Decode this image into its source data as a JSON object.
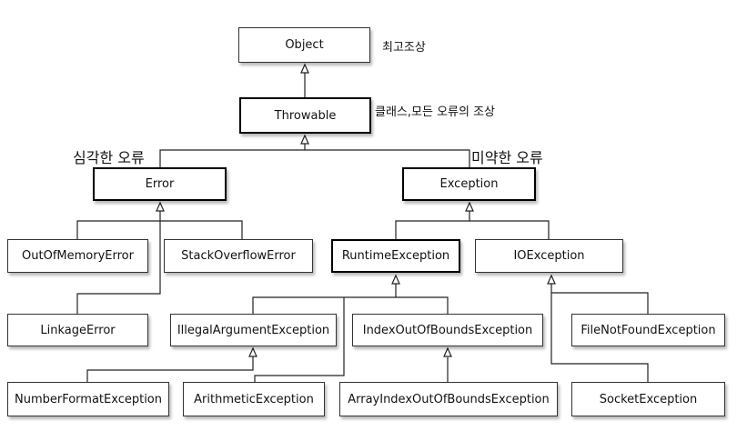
{
  "classes": {
    "object": "Object",
    "throwable": "Throwable",
    "error": "Error",
    "exception": "Exception",
    "out_of_memory_error": "OutOfMemoryError",
    "stack_overflow_error": "StackOverflowError",
    "linkage_error": "LinkageError",
    "runtime_exception": "RuntimeException",
    "io_exception": "IOException",
    "illegal_argument_exception": "IllegalArgumentException",
    "index_out_of_bounds_exception": "IndexOutOfBoundsException",
    "file_not_found_exception": "FileNotFoundException",
    "number_format_exception": "NumberFormatException",
    "arithmetic_exception": "ArithmeticException",
    "array_index_out_of_bounds_exception": "ArrayIndexOutOfBoundsException",
    "socket_exception": "SocketException"
  },
  "annotations": {
    "object_note": "최고조상",
    "throwable_note": "클래스,모든 오류의 조상",
    "error_note": "심각한 오류",
    "exception_note": "미약한 오류"
  }
}
